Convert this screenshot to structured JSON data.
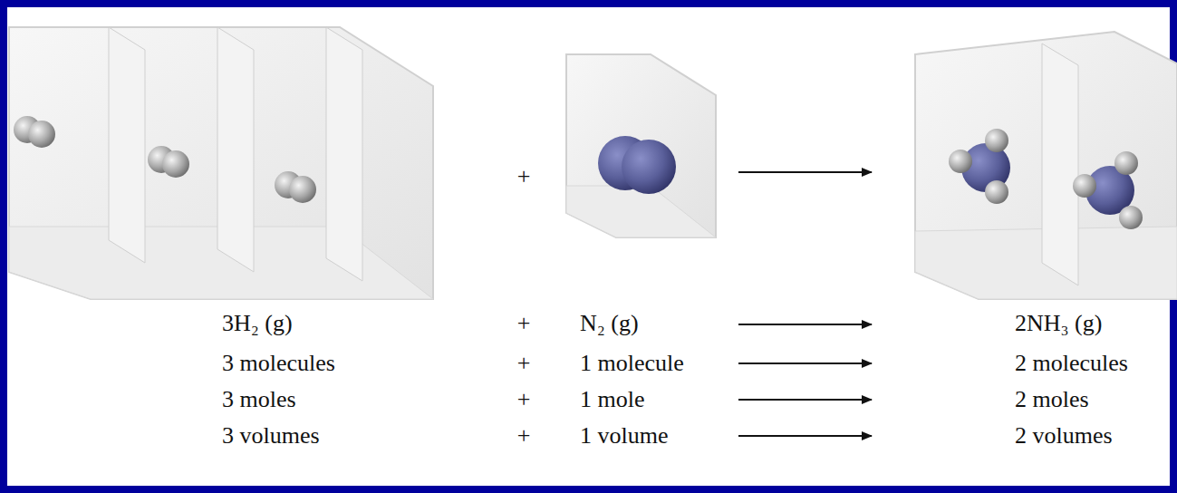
{
  "diagram": {
    "labels": [
      "+",
      "3H₂ (g)",
      "+",
      "N₂ (g)",
      "2NH₃ (g)",
      "3 molecules",
      "+",
      "1 molecule",
      "2 molecules",
      "3 moles",
      "+",
      "1 mole",
      "2 moles",
      "3 volumes",
      "+",
      "1 volume",
      "2 volumes"
    ]
  }
}
